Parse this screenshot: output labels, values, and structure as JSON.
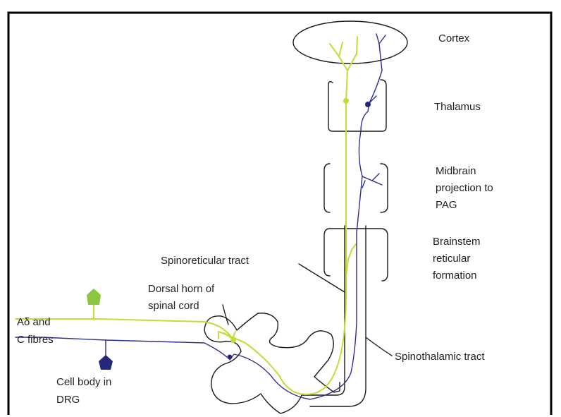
{
  "labels": {
    "cortex": "Cortex",
    "thalamus": "Thalamus",
    "midbrain": [
      "Midbrain",
      "projection to",
      "PAG"
    ],
    "brainstem": [
      "Brainstem",
      "reticular",
      "formation"
    ],
    "spinoreticular": "Spinoreticular tract",
    "dorsal_horn": [
      "Dorsal horn of",
      "spinal cord"
    ],
    "fibres": [
      "Aδ and",
      "C fibres"
    ],
    "cell_body": [
      "Cell body in",
      "DRG"
    ],
    "spinothalamic": "Spinothalamic tract"
  },
  "colors": {
    "green_pathway": "#c6da3a",
    "green_cell": "#8cc63f",
    "blue_pathway": "#2b2f8f",
    "blue_cell": "#24277a",
    "frame": "#1a1a1a"
  }
}
